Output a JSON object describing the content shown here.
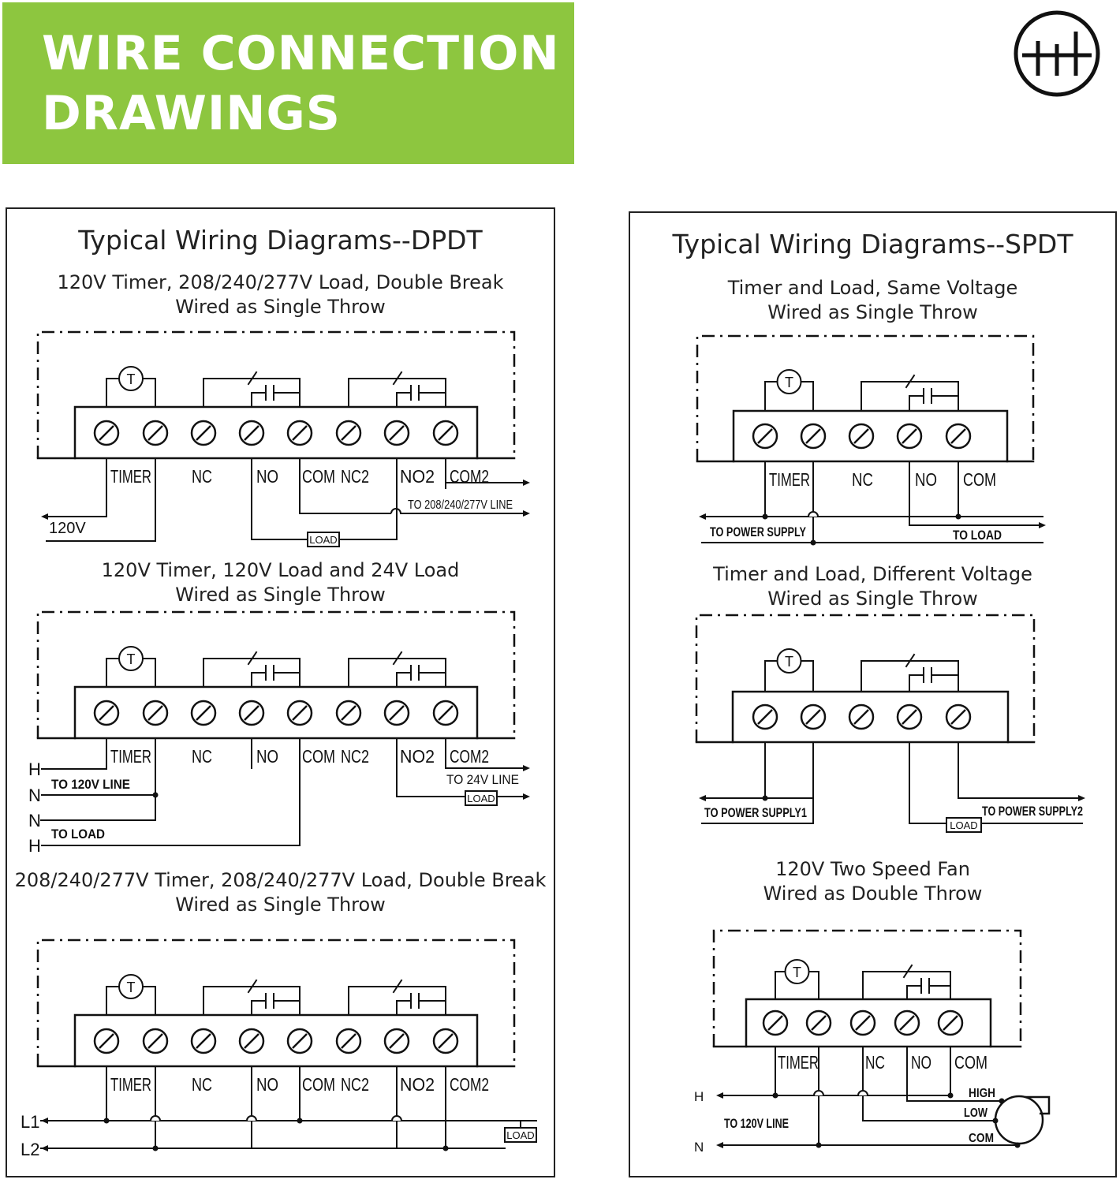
{
  "banner": {
    "line1": "WIRE CONNECTION",
    "line2": "DRAWINGS"
  },
  "logo": {
    "icon": "switch-contacts-logo-icon"
  },
  "dpdt": {
    "title": "Typical Wiring Diagrams--DPDT",
    "diagrams": [
      {
        "line1": "120V Timer, 208/240/277V Load, Double Break",
        "line2": "Wired as Single Throw",
        "labels": [
          "120V",
          "TO 208/240/277V LINE",
          "LOAD"
        ]
      },
      {
        "line1": "120V Timer, 120V Load and 24V Load",
        "line2": "Wired as Single Throw",
        "labels": [
          "H",
          "N",
          "N",
          "H",
          "TO 120V LINE",
          "TO LOAD",
          "TO 24V LINE",
          "LOAD"
        ]
      },
      {
        "line1": "208/240/277V Timer, 208/240/277V Load, Double Break",
        "line2": "Wired as Single Throw",
        "labels": [
          "L1",
          "L2",
          "LOAD"
        ]
      }
    ],
    "terminals": [
      "TIMER",
      "NC",
      "NO",
      "COM",
      "NC2",
      "NO2",
      "COM2"
    ]
  },
  "spdt": {
    "title": "Typical Wiring Diagrams--SPDT",
    "diagrams": [
      {
        "line1": "Timer and Load, Same Voltage",
        "line2": "Wired as Single Throw",
        "labels": [
          "TO POWER SUPPLY",
          "TO LOAD"
        ]
      },
      {
        "line1": "Timer and Load, Different Voltage",
        "line2": "Wired as Single Throw",
        "labels": [
          "TO POWER SUPPLY1",
          "TO POWER SUPPLY2",
          "LOAD"
        ]
      },
      {
        "line1": "120V Two Speed Fan",
        "line2": "Wired as Double Throw",
        "labels": [
          "H",
          "N",
          "TO 120V LINE",
          "HIGH",
          "LOW",
          "COM"
        ]
      }
    ],
    "terminals": [
      "TIMER",
      "NC",
      "NO",
      "COM"
    ]
  },
  "motor_symbol": "T"
}
